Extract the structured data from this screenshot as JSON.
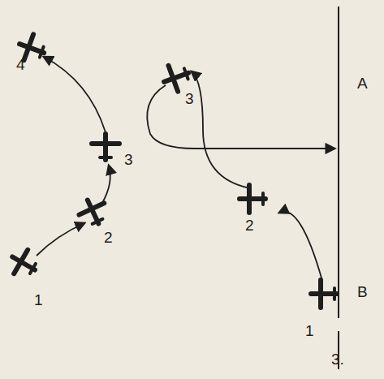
{
  "diagram": {
    "labels": [
      "4",
      "3",
      "2",
      "1",
      "3",
      "2",
      "1",
      "A",
      "B",
      "3."
    ]
  }
}
